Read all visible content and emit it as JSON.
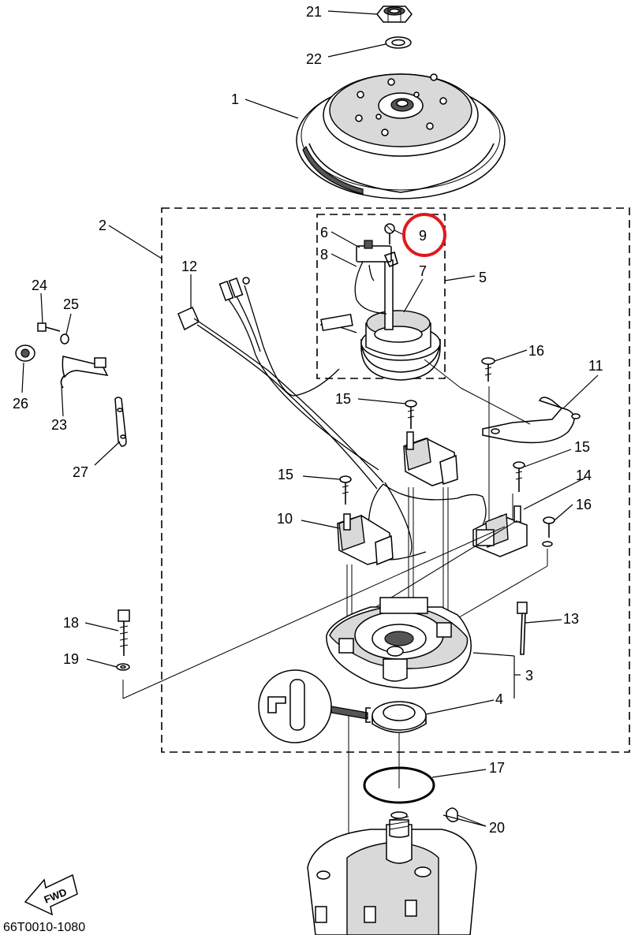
{
  "diagram_code": "66T0010-1080",
  "fwd_label": "FWD",
  "highlight_color": "#e0191d",
  "callouts": {
    "c1": "1",
    "c2": "2",
    "c3": "3",
    "c4": "4",
    "c5": "5",
    "c6": "6",
    "c7": "7",
    "c8": "8",
    "c9": "9",
    "c10": "10",
    "c11": "11",
    "c12": "12",
    "c13": "13",
    "c14": "14",
    "c15a": "15",
    "c15b": "15",
    "c15c": "15",
    "c16a": "16",
    "c16b": "16",
    "c17": "17",
    "c18": "18",
    "c19": "19",
    "c20": "20",
    "c21": "21",
    "c22": "22",
    "c23": "23",
    "c24": "24",
    "c25": "25",
    "c26": "26",
    "c27": "27"
  }
}
